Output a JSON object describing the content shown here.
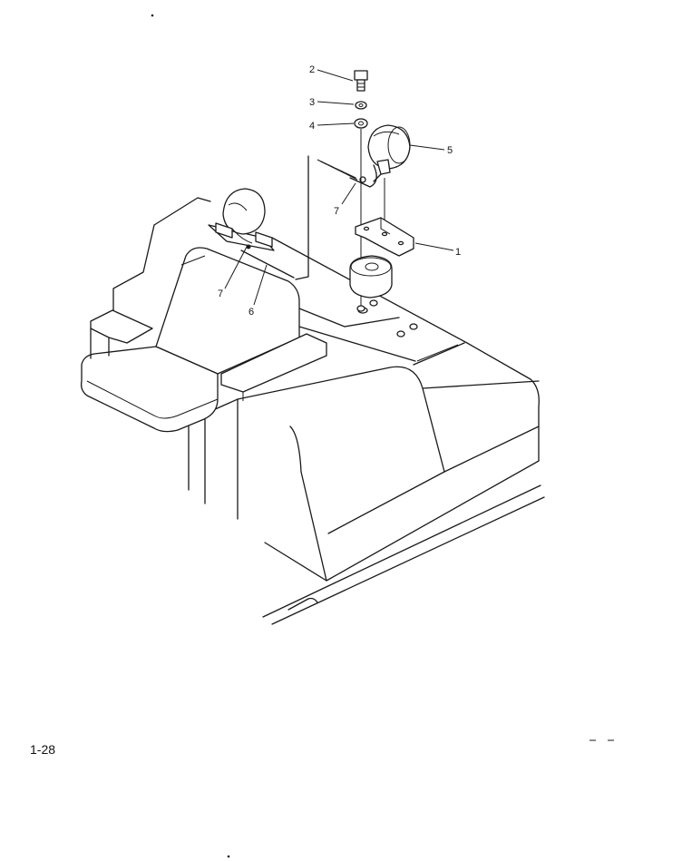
{
  "callouts": [
    {
      "id": "c2",
      "text": "2"
    },
    {
      "id": "c3",
      "text": "3"
    },
    {
      "id": "c4",
      "text": "4"
    },
    {
      "id": "c5",
      "text": "5"
    },
    {
      "id": "c7a",
      "text": "7"
    },
    {
      "id": "c1",
      "text": "1"
    },
    {
      "id": "c7b",
      "text": "7"
    },
    {
      "id": "c6",
      "text": "6"
    }
  ],
  "page": {
    "number": "1-28"
  },
  "colors": {
    "ink": "#1a1a1a",
    "paper": "#ffffff"
  }
}
